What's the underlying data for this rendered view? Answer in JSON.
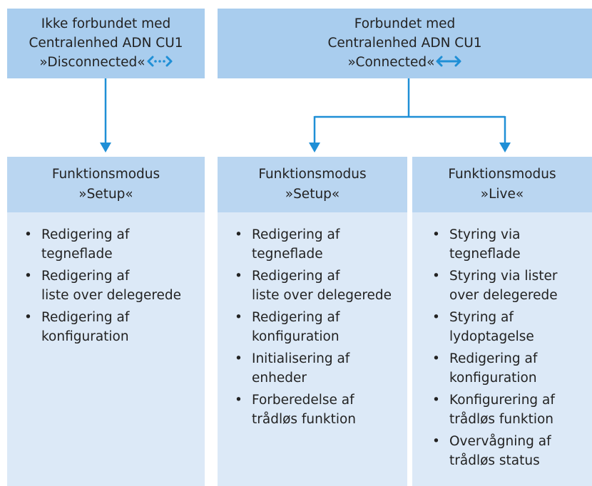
{
  "colors": {
    "header_fill": "#a9cdee",
    "mode_header_fill": "#bad6f1",
    "mode_body_fill": "#dce9f7",
    "arrow": "#1f8fd6"
  },
  "disconnected": {
    "line1": "Ikke forbundet med",
    "line2": "Centralenhed ADN CU1",
    "status": "»Disconnected«",
    "icon": "dotted-double-arrow-icon"
  },
  "connected": {
    "line1": "Forbundet med",
    "line2": "Centralenhed ADN CU1",
    "status": "»Connected«",
    "icon": "double-arrow-icon"
  },
  "modes": [
    {
      "title": "Funktionsmodus",
      "name": "»Setup«",
      "items": [
        {
          "l1": "Redigering af",
          "l2": "tegneflade"
        },
        {
          "l1": "Redigering af",
          "l2": "liste over delegerede"
        },
        {
          "l1": "Redigering af",
          "l2": "konfiguration"
        }
      ]
    },
    {
      "title": "Funktionsmodus",
      "name": "»Setup«",
      "items": [
        {
          "l1": "Redigering af",
          "l2": "tegneflade"
        },
        {
          "l1": "Redigering af",
          "l2": "liste over delegerede"
        },
        {
          "l1": "Redigering af",
          "l2": "konfiguration"
        },
        {
          "l1": "Initialisering af",
          "l2": "enheder"
        },
        {
          "l1": "Forberedelse af",
          "l2": "trådløs funktion"
        }
      ]
    },
    {
      "title": "Funktionsmodus",
      "name": "»Live«",
      "items": [
        {
          "l1": "Styring via",
          "l2": "tegneflade"
        },
        {
          "l1": "Styring via lister",
          "l2": "over delegerede"
        },
        {
          "l1": "Styring af",
          "l2": "lydoptagelse"
        },
        {
          "l1": "Redigering af",
          "l2": "konfiguration"
        },
        {
          "l1": "Konfigurering af",
          "l2": "trådløs funktion"
        },
        {
          "l1": "Overvågning af",
          "l2": "trådløs status"
        }
      ]
    }
  ]
}
